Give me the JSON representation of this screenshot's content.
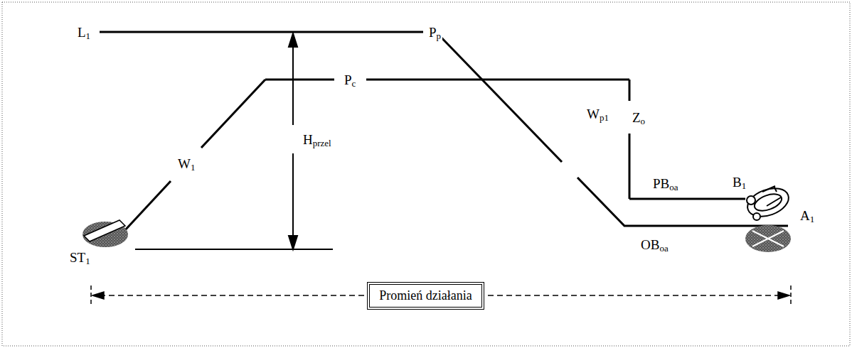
{
  "diagram": {
    "nodes": [
      {
        "text": [
          "Promień działania"
        ]
      }
    ],
    "labels": [
      "L1",
      "Pp",
      "Pc",
      "W1",
      "Hprzel",
      "ST1",
      "Wp1",
      "Zo",
      "PBoa",
      "B1",
      "OBoa",
      "A1"
    ]
  }
}
